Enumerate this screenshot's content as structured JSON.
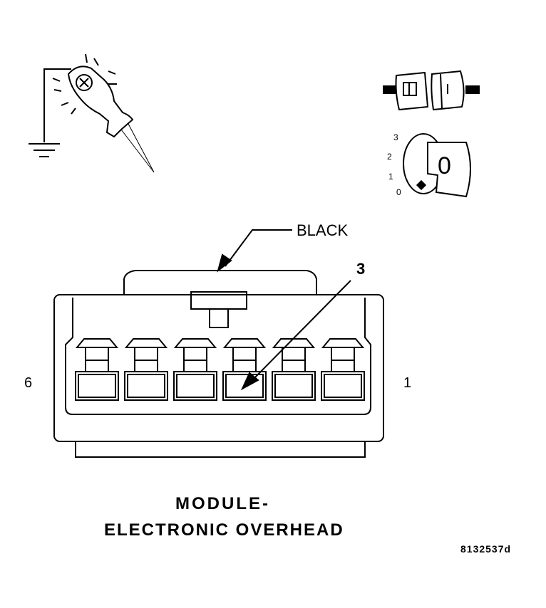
{
  "connector": {
    "color_label": "BLACK",
    "callout_pin": "3",
    "left_end_pin": "6",
    "right_end_pin": "1"
  },
  "ignition": {
    "positions": [
      "3",
      "2",
      "1",
      "0"
    ],
    "key_char": "0"
  },
  "caption": {
    "line1": "MODULE-",
    "line2": "ELECTRONIC OVERHEAD"
  },
  "figure_id": "8132537d",
  "icons": [
    "test-light-ground-icon",
    "disconnected-connector-icon",
    "ignition-switch-icon"
  ]
}
